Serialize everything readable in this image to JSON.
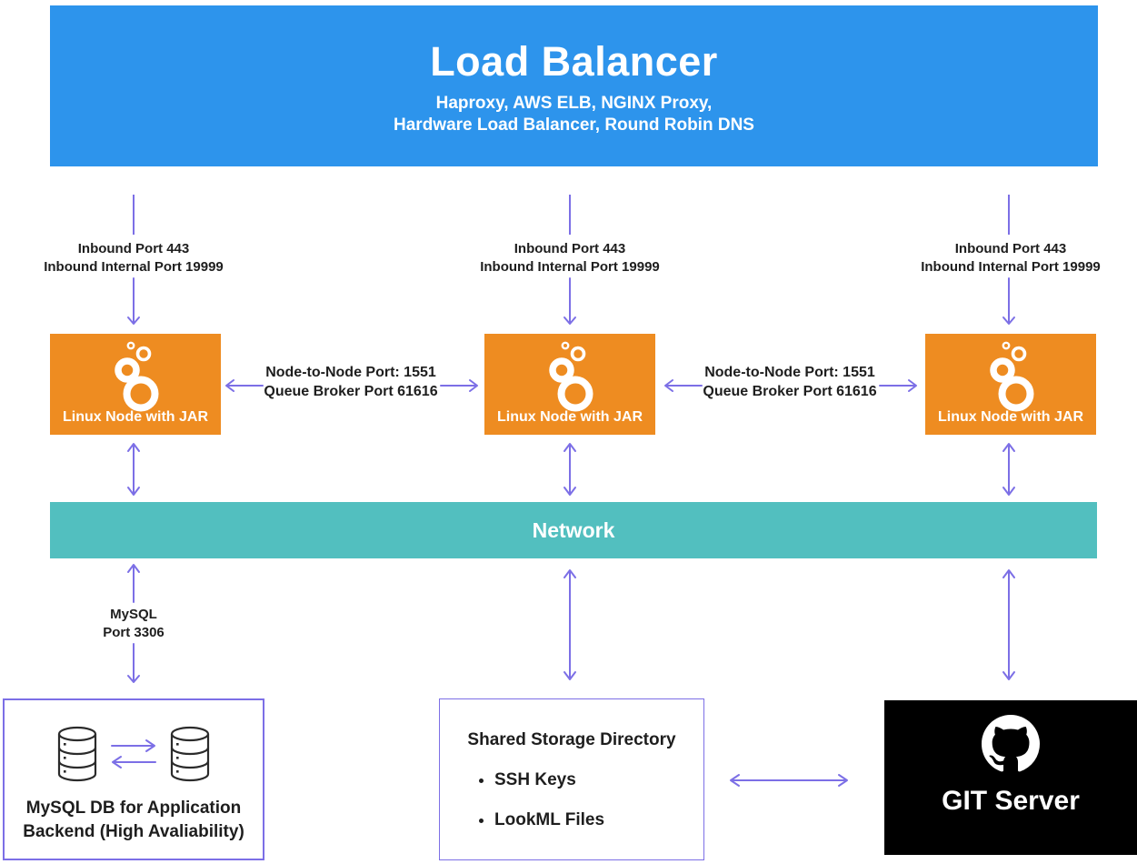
{
  "load_balancer": {
    "title": "Load Balancer",
    "subtitle_line1": "Haproxy, AWS ELB, NGINX Proxy,",
    "subtitle_line2": "Hardware Load Balancer, Round Robin DNS"
  },
  "inbound_label": {
    "line1": "Inbound Port 443",
    "line2": "Inbound Internal Port 19999"
  },
  "node_link_label": {
    "line1": "Node-to-Node Port: 1551",
    "line2": "Queue Broker Port 61616"
  },
  "node": {
    "label": "Linux Node with JAR",
    "icon": "looker-icon"
  },
  "network": {
    "label": "Network"
  },
  "mysql_link_label": {
    "line1": "MySQL",
    "line2": "Port 3306"
  },
  "mysql_box": {
    "label_line1": "MySQL DB for Application",
    "label_line2": "Backend (High Avaliability)",
    "icon": "database-replication-icon"
  },
  "storage_box": {
    "title": "Shared Storage Directory",
    "items": [
      "SSH Keys",
      "LookML Files"
    ]
  },
  "git_box": {
    "label": "GIT Server",
    "icon": "github-icon"
  },
  "colors": {
    "blue": "#2D94EC",
    "orange": "#EE8C21",
    "teal": "#52BFBF",
    "purple": "#7C6FE6",
    "text": "#1E1E1E",
    "git_black": "#000000",
    "white": "#FFFFFF"
  }
}
